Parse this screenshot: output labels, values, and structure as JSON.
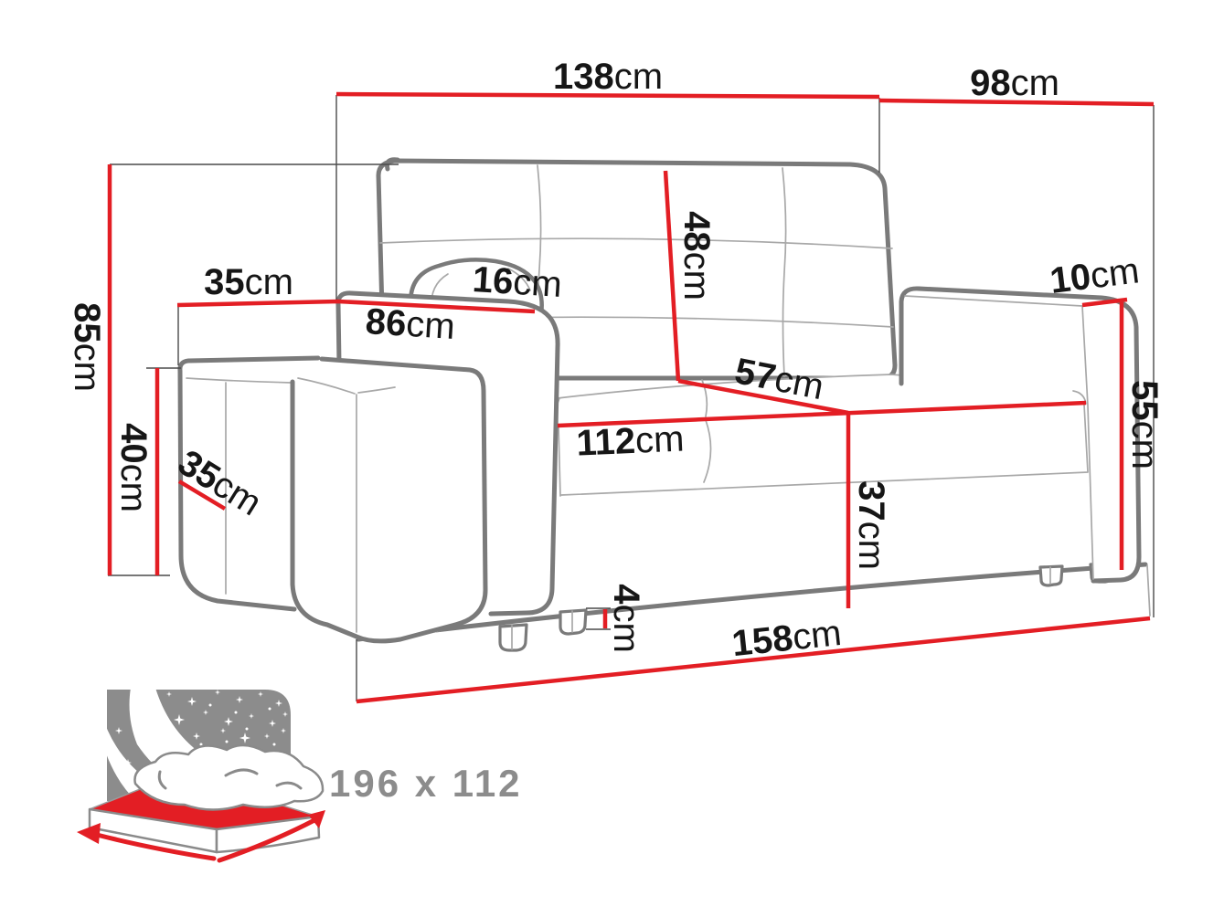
{
  "palette": {
    "red": "#e31e24",
    "sofa_line": "#7a7a7a",
    "seam_line": "#a8a8a8",
    "ext_line": "#4a4a4a",
    "label_color": "#161616",
    "icon_gray": "#8c8c8c"
  },
  "dims": {
    "width_total": {
      "value": "138",
      "unit": "cm"
    },
    "depth_total": {
      "value": "98",
      "unit": "cm"
    },
    "height_total": {
      "value": "85",
      "unit": "cm"
    },
    "pouf_depth": {
      "value": "35",
      "unit": "cm"
    },
    "pouf_height": {
      "value": "40",
      "unit": "cm"
    },
    "pouf_width": {
      "value": "35",
      "unit": "cm"
    },
    "armrest_length": {
      "value": "86",
      "unit": "cm"
    },
    "armrest_width": {
      "value": "16",
      "unit": "cm"
    },
    "backrest_height": {
      "value": "48",
      "unit": "cm"
    },
    "seat_depth": {
      "value": "57",
      "unit": "cm"
    },
    "seat_width": {
      "value": "112",
      "unit": "cm"
    },
    "seat_height": {
      "value": "37",
      "unit": "cm"
    },
    "leg_height": {
      "value": "4",
      "unit": "cm"
    },
    "base_width": {
      "value": "158",
      "unit": "cm"
    },
    "right_armrest_width": {
      "value": "10",
      "unit": "cm"
    },
    "right_armrest_height": {
      "value": "55",
      "unit": "cm"
    }
  },
  "bed_icon": {
    "sleeping_area": "196 x 112"
  }
}
